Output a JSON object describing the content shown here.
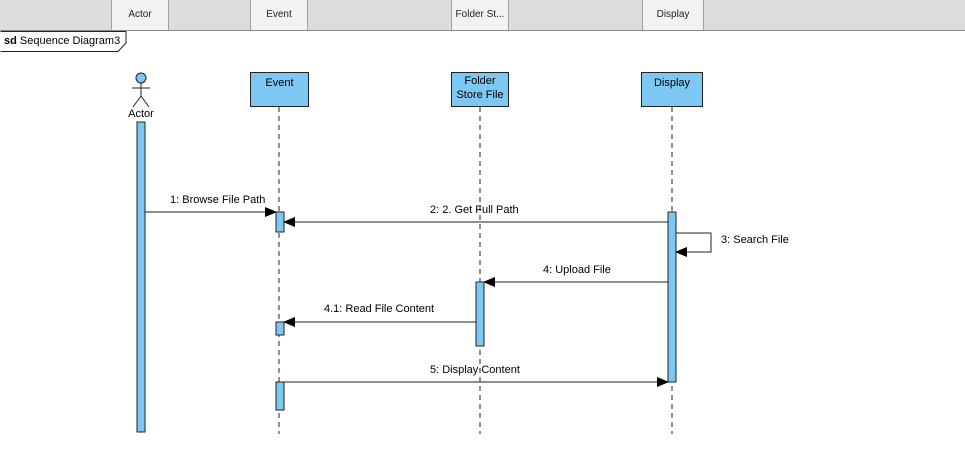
{
  "header": {
    "tabs": [
      "Actor",
      "Event",
      "Folder St...",
      "Display"
    ]
  },
  "frame": {
    "keyword": "sd",
    "name": "Sequence Diagram3"
  },
  "lifelines": {
    "actor": {
      "name": "Actor"
    },
    "event": {
      "name": "Event"
    },
    "folder": {
      "line1": "Folder",
      "line2": "Store File"
    },
    "display": {
      "name": "Display"
    }
  },
  "messages": [
    {
      "label": "1: Browse File Path"
    },
    {
      "label": "2: 2. Get Full Path"
    },
    {
      "label": "3: Search File"
    },
    {
      "label": "4: Upload File"
    },
    {
      "label": "4.1: Read File Content"
    },
    {
      "label": "5: Display Content"
    }
  ],
  "colors": {
    "lifeline_fill": "#7dc8f2",
    "outline": "#222222",
    "header_bg": "#dcdcdc"
  }
}
